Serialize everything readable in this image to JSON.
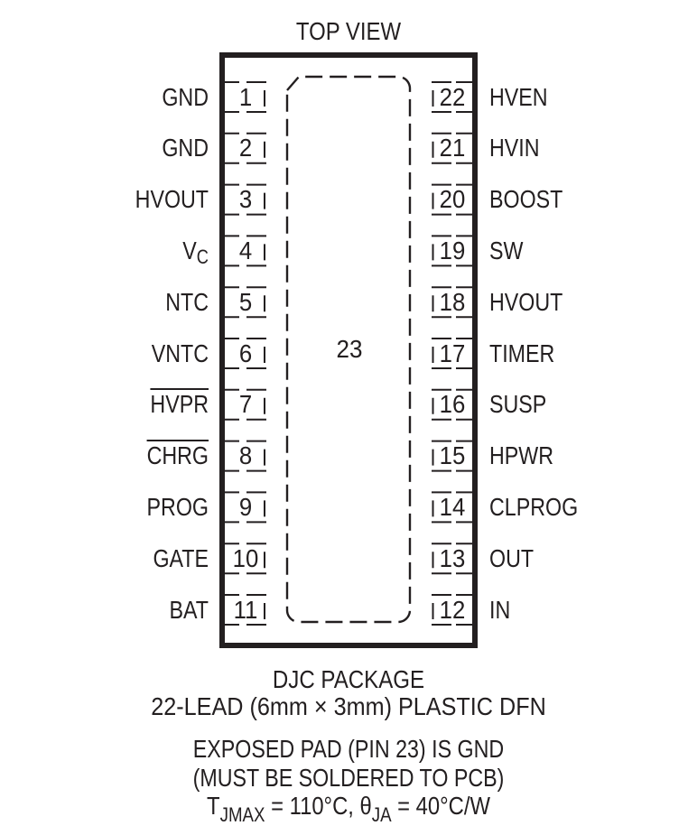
{
  "title": "TOP VIEW",
  "package": {
    "exposed_pad_pin": "23",
    "left_pins": [
      {
        "number": "1",
        "name": "GND"
      },
      {
        "number": "2",
        "name": "GND"
      },
      {
        "number": "3",
        "name": "HVOUT"
      },
      {
        "number": "4",
        "name": "V",
        "subscript": "C"
      },
      {
        "number": "5",
        "name": "NTC"
      },
      {
        "number": "6",
        "name": "VNTC"
      },
      {
        "number": "7",
        "name": "HVPR",
        "active_low": true
      },
      {
        "number": "8",
        "name": "CHRG",
        "active_low": true
      },
      {
        "number": "9",
        "name": "PROG"
      },
      {
        "number": "10",
        "name": "GATE"
      },
      {
        "number": "11",
        "name": "BAT"
      }
    ],
    "right_pins": [
      {
        "number": "22",
        "name": "HVEN"
      },
      {
        "number": "21",
        "name": "HVIN"
      },
      {
        "number": "20",
        "name": "BOOST"
      },
      {
        "number": "19",
        "name": "SW"
      },
      {
        "number": "18",
        "name": "HVOUT"
      },
      {
        "number": "17",
        "name": "TIMER"
      },
      {
        "number": "16",
        "name": "SUSP"
      },
      {
        "number": "15",
        "name": "HPWR"
      },
      {
        "number": "14",
        "name": "CLPROG"
      },
      {
        "number": "13",
        "name": "OUT"
      },
      {
        "number": "12",
        "name": "IN"
      }
    ]
  },
  "footer": {
    "package_name": "DJC PACKAGE",
    "package_desc": "22-LEAD (6mm × 3mm) PLASTIC DFN",
    "exposed_pad_note": "EXPOSED PAD (PIN 23) IS GND",
    "solder_note": "(MUST BE SOLDERED TO PCB)",
    "thermal": {
      "tj_symbol": "T",
      "tj_sub": "JMAX",
      "tj_value": " = 110°C, ",
      "theta_symbol": "θ",
      "theta_sub": "JA",
      "theta_value": " = 40°C/W"
    }
  },
  "colors": {
    "ink": "#231f20",
    "background": "#ffffff"
  }
}
